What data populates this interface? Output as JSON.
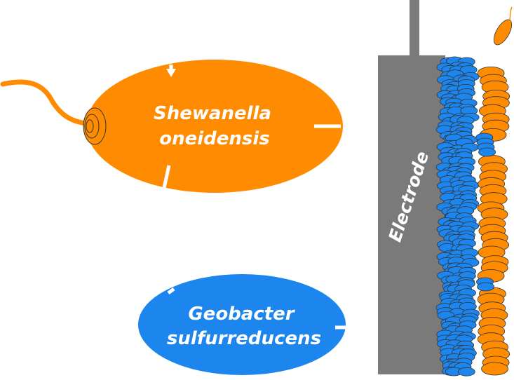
{
  "labels": {
    "shewanella_line1": "Shewanella",
    "shewanella_line2": "oneidensis",
    "geobacter_line1": "Geobacter",
    "geobacter_line2": "sulfurreducens",
    "electrode": "Electrode"
  },
  "colors": {
    "shewanella": "#ff8c00",
    "geobacter": "#1c86ee",
    "electrode": "#7a7a7a",
    "outline": "#333333",
    "text": "#ffffff"
  },
  "icons": {
    "flagellum": "flagellum-icon",
    "small_cell": "small-shewanella-cell-icon"
  }
}
